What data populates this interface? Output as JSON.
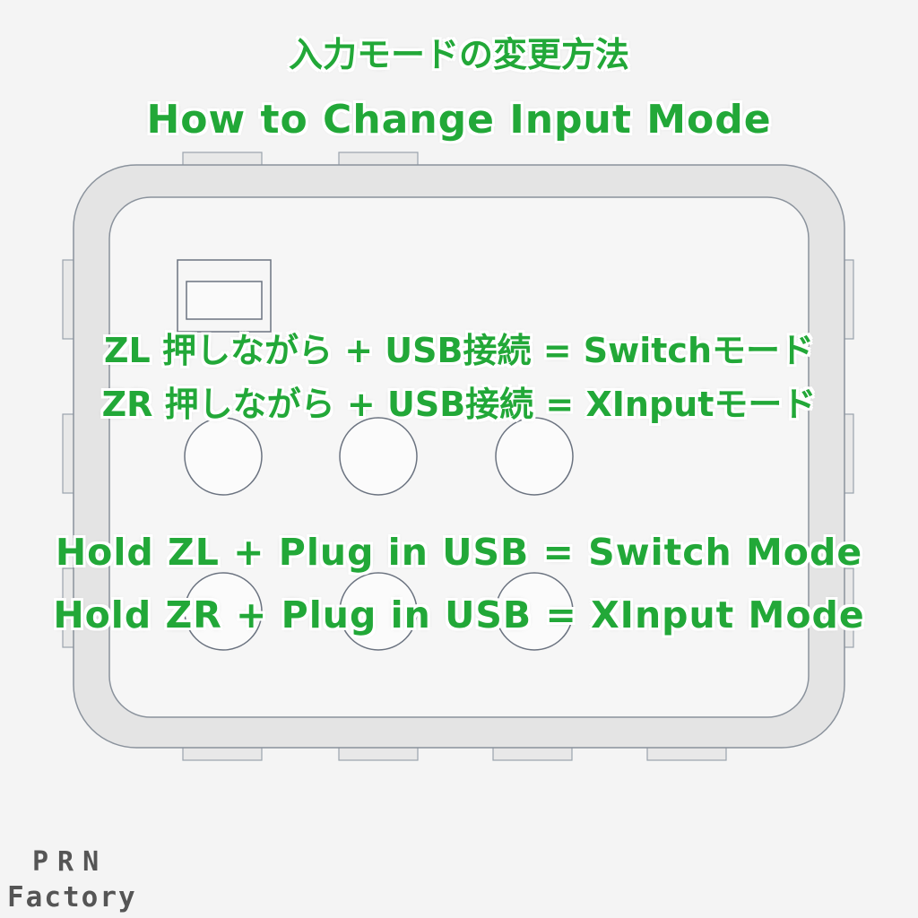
{
  "title_jp": "入力モードの変更方法",
  "title_en": "How to Change Input Mode",
  "jp_lines": {
    "zl": "ZL 押しながら + USB接続 = Switchモード",
    "zr": "ZR 押しながら + USB接続 = XInputモード"
  },
  "en_lines": {
    "zl": "Hold ZL + Plug in USB = Switch Mode",
    "zr": "Hold ZR + Plug in USB = XInput Mode"
  },
  "brand": {
    "line1": "PRN",
    "line2": "Factory"
  },
  "colors": {
    "text_green": "#22a838",
    "outline": "#ffffff",
    "background": "#f4f4f4"
  }
}
